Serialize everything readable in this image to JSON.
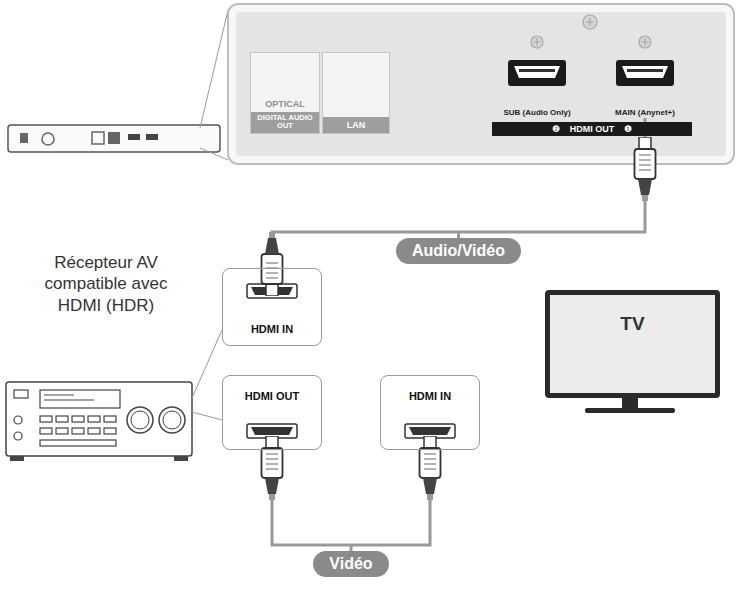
{
  "diagram": {
    "nodes": [
      {
        "text": [
          "OPTICAL",
          "DIGITAL AUDIO OUT"
        ]
      },
      {
        "text": [
          "LAN"
        ]
      },
      {
        "text": [
          "SUB (Audio Only)"
        ]
      },
      {
        "text": [
          "MAIN (Anynet+)"
        ]
      },
      {
        "text": [
          "❷",
          "HDMI OUT",
          "❶"
        ]
      },
      {
        "text": [
          "HDMI IN"
        ]
      },
      {
        "text": [
          "HDMI OUT"
        ]
      },
      {
        "text": [
          "HDMI IN"
        ]
      },
      {
        "text": [
          "TV"
        ]
      }
    ],
    "edges": [
      {
        "from": 3,
        "to": 5,
        "label": "Audio/Vidéo",
        "arrow": "none"
      },
      {
        "from": 6,
        "to": 7,
        "label": "Vidéo",
        "arrow": "none"
      }
    ],
    "labels": [
      "Récepteur AV compatible avec HDMI (HDR)"
    ]
  }
}
